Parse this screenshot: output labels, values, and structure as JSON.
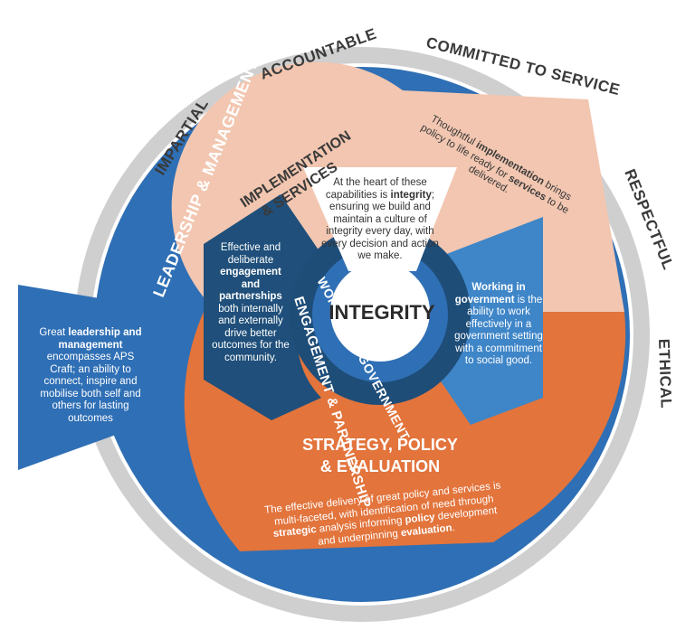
{
  "values_ring": {
    "impartial": "IMPARTIAL",
    "accountable": "ACCOUNTABLE",
    "committed": "COMMITTED TO SERVICE",
    "respectful": "RESPECTFUL",
    "ethical": "ETHICAL"
  },
  "leadership": {
    "title": "LEADERSHIP & MANAGEMENT",
    "desc_pre": "Great ",
    "desc_bold": "leadership and management",
    "desc_post": " encompasses APS Craft; an ability to connect, inspire and mobilise both self and others for lasting outcomes"
  },
  "implementation": {
    "title_line1": "IMPLEMENTATION",
    "title_line2": "& SERVICES",
    "desc_pre": "Thoughtful ",
    "desc_bold1": "implementation",
    "desc_mid": " brings policy to life ready for ",
    "desc_bold2": "services",
    "desc_post": " to be delivered."
  },
  "strategy": {
    "title_line1": "STRATEGY, POLICY",
    "title_line2": "& EVALUATION",
    "desc_p1": "The effective delivery of great policy and services is multi-faceted, with identification of need through ",
    "desc_b1": "strategic",
    "desc_p2": " analysis informing ",
    "desc_b2": "policy",
    "desc_p3": " development and underpinning ",
    "desc_b3": "evaluation",
    "desc_p4": "."
  },
  "engagement": {
    "band_label": "ENGAGEMENT & PARTNERSHIP",
    "desc_p1": "Effective and deliberate ",
    "desc_b1": "engagement and partnerships",
    "desc_p2": " both internally and externally drive better outcomes for the community."
  },
  "working": {
    "band_label": "WORKING IN GOVERNMENT",
    "desc_b1": "Working in government",
    "desc_p1": " is the ability to work effectively in a government setting with a commitment to social good."
  },
  "integrity": {
    "center": "INTEGRITY",
    "desc_p1": "At the heart of these capabilities is ",
    "desc_b1": "integrity",
    "desc_p2": "; ensuring we build and maintain a culture of integrity every day, with every decision and action we make."
  },
  "colors": {
    "outer_grey": "#cfcfcf",
    "blue": "#2f6fb5",
    "dark_blue": "#1f4f7a",
    "mid_blue": "#3f86c8",
    "peach": "#f2c6b0",
    "orange": "#e2743c",
    "navy_band": "#1e4d78"
  }
}
